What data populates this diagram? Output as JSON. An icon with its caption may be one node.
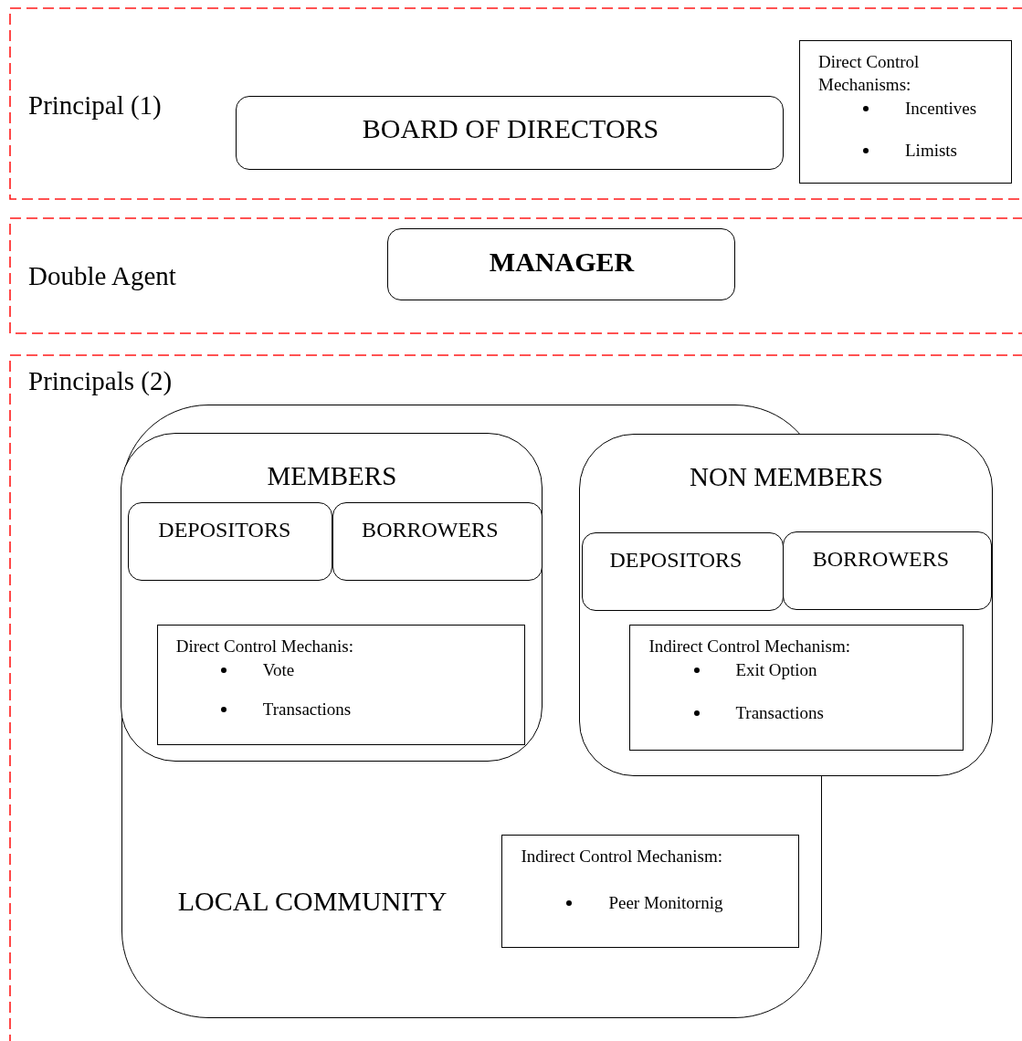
{
  "diagram": {
    "nodes": [
      {
        "text": [
          "Principal (1)"
        ]
      },
      {
        "text": [
          "BOARD OF DIRECTORS"
        ],
        "in": 0
      },
      {
        "text": [
          "Direct Control Mechanisms:",
          "Incentives",
          "Limists"
        ],
        "in": 0
      },
      {
        "text": [
          "Double Agent"
        ]
      },
      {
        "text": [
          "MANAGER"
        ],
        "in": 3
      },
      {
        "text": [
          "Principals (2)"
        ]
      },
      {
        "text": [
          "LOCAL COMMUNITY"
        ],
        "in": 5
      },
      {
        "text": [
          "MEMBERS"
        ],
        "in": 6
      },
      {
        "text": [
          "DEPOSITORS"
        ],
        "in": 7
      },
      {
        "text": [
          "BORROWERS"
        ],
        "in": 7
      },
      {
        "text": [
          "Direct Control Mechanis:",
          "Vote",
          "Transactions"
        ],
        "in": 7
      },
      {
        "text": [
          "NON MEMBERS"
        ],
        "in": 5
      },
      {
        "text": [
          "DEPOSITORS"
        ]
      },
      {
        "text": [
          "BORROWERS"
        ],
        "in": 11
      },
      {
        "text": [
          "Indirect Control Mechanism:",
          "Exit Option",
          "Transactions"
        ],
        "in": 11
      },
      {
        "text": [
          "Indirect Control Mechanism:",
          "Peer Monitornig"
        ],
        "in": 6
      }
    ]
  }
}
